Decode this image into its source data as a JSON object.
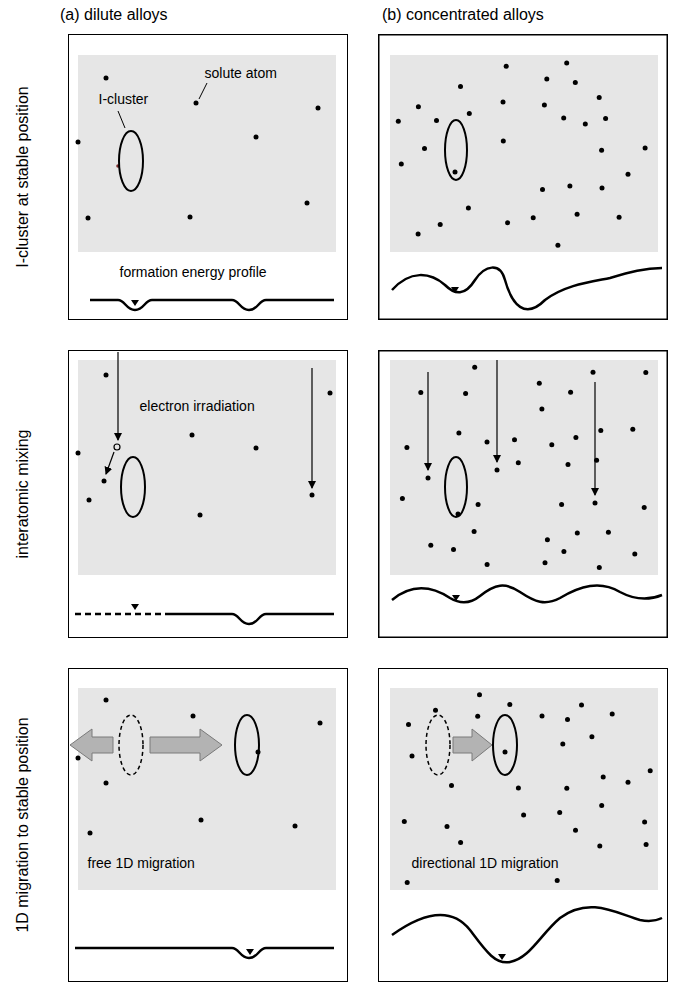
{
  "diagram": {
    "nodes": [
      {
        "text": [
          "solute atom",
          "I-cluster",
          "formation energy profile"
        ]
      },
      {
        "text": [
          "electron irradiation"
        ]
      },
      {
        "text": [
          "free 1D migration"
        ]
      },
      {
        "text": [
          "directional 1D migration"
        ]
      }
    ],
    "labels": [
      "(a) dilute alloys",
      "(b) concentrated alloys",
      "I-cluster at stable position",
      "interatomic mixing",
      "1D migration to stable position"
    ]
  }
}
